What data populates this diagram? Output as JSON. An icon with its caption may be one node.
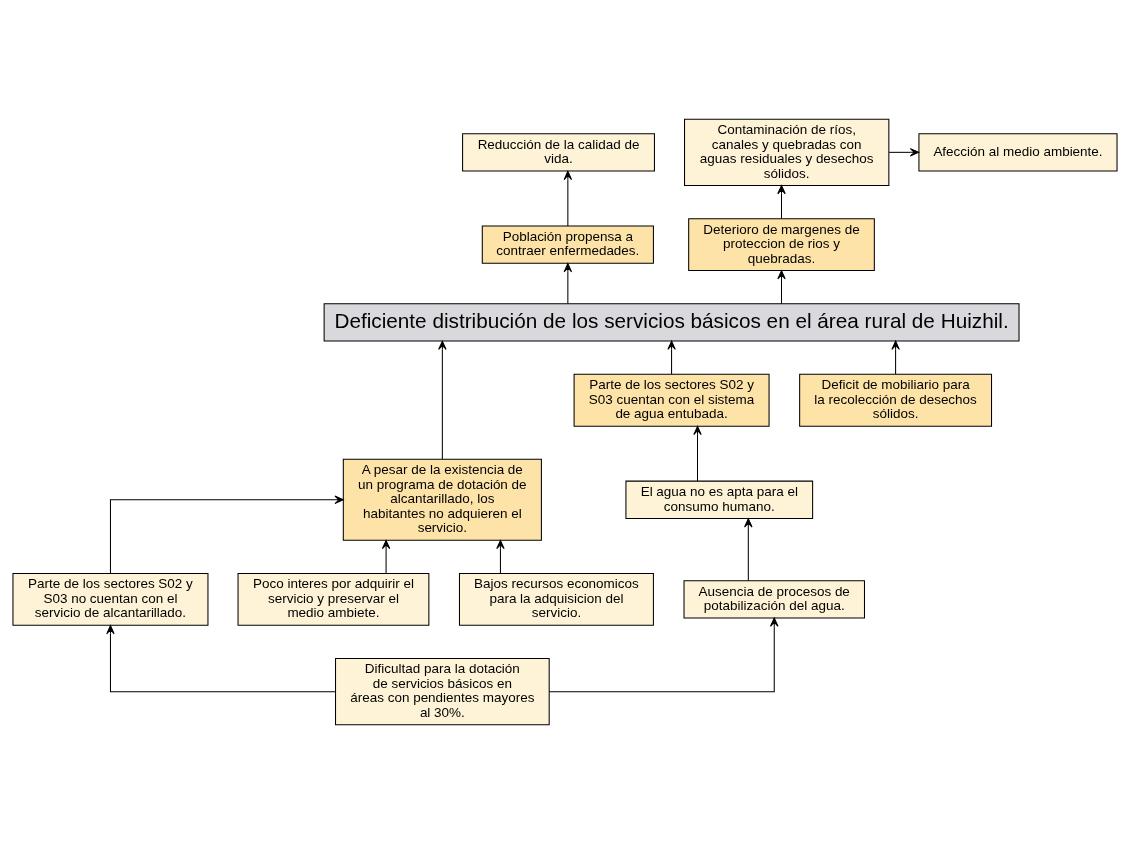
{
  "diagram": {
    "nodes": [
      {
        "text": [
          "Reducción de la calidad de vida."
        ]
      },
      {
        "text": [
          "Población propensa a contraer enfermedades."
        ]
      },
      {
        "text": [
          "Contaminación de ríos, canales y quebradas con aguas residuales y desechos sólidos."
        ]
      },
      {
        "text": [
          "Afección al medio ambiente."
        ]
      },
      {
        "text": [
          "Deterioro de margenes de proteccion de rios y quebradas."
        ]
      },
      {
        "text": [
          "Deficiente distribución de los servicios básicos en el área rural de Huizhil."
        ]
      },
      {
        "text": [
          "Parte de los sectores S02 y S03 cuentan con el sistema de agua entubada."
        ]
      },
      {
        "text": [
          "A pesar de la existencia de un programa de dotación de alcantarillado, los habitantes no adquieren el servicio."
        ]
      },
      {
        "text": [
          "Deficit de mobiliario para la recolección de desechos sólidos."
        ]
      },
      {
        "text": [
          "El agua no es apta para el consumo humano."
        ]
      },
      {
        "text": [
          "Parte de los sectores S02 y S03 no cuentan con el servicio de alcantarillado."
        ]
      },
      {
        "text": [
          "Poco interes por adquirir el servicio y preservar el medio ambiete."
        ]
      },
      {
        "text": [
          "Ausencia de procesos de potabilización del agua."
        ]
      },
      {
        "text": [
          "Dificultad para la dotación de servicios básicos en áreas con pendientes mayores al 30%."
        ]
      },
      {
        "text": [
          "Bajos recursos economicos para la adquisicion del servicio."
        ]
      }
    ],
    "edges": [
      {
        "from": 1,
        "to": 0,
        "arrow": "to"
      },
      {
        "from": 4,
        "to": 2,
        "arrow": "to"
      },
      {
        "from": 2,
        "to": 3,
        "arrow": "to"
      },
      {
        "from": 5,
        "to": 1,
        "arrow": "to"
      },
      {
        "from": 5,
        "to": 4,
        "arrow": "to"
      },
      {
        "from": 6,
        "to": 5,
        "arrow": "to"
      },
      {
        "from": 7,
        "to": 5,
        "arrow": "to"
      },
      {
        "from": 8,
        "to": 5,
        "arrow": "to"
      },
      {
        "from": 9,
        "to": 6,
        "arrow": "to"
      },
      {
        "from": 12,
        "to": 9,
        "arrow": "to"
      },
      {
        "from": 10,
        "to": 7,
        "arrow": "to"
      },
      {
        "from": 13,
        "to": 10,
        "arrow": "to"
      },
      {
        "from": 13,
        "to": 12,
        "arrow": "to"
      },
      {
        "from": 11,
        "to": 7,
        "arrow": "to"
      },
      {
        "from": 14,
        "to": 7,
        "arrow": "to"
      }
    ]
  }
}
